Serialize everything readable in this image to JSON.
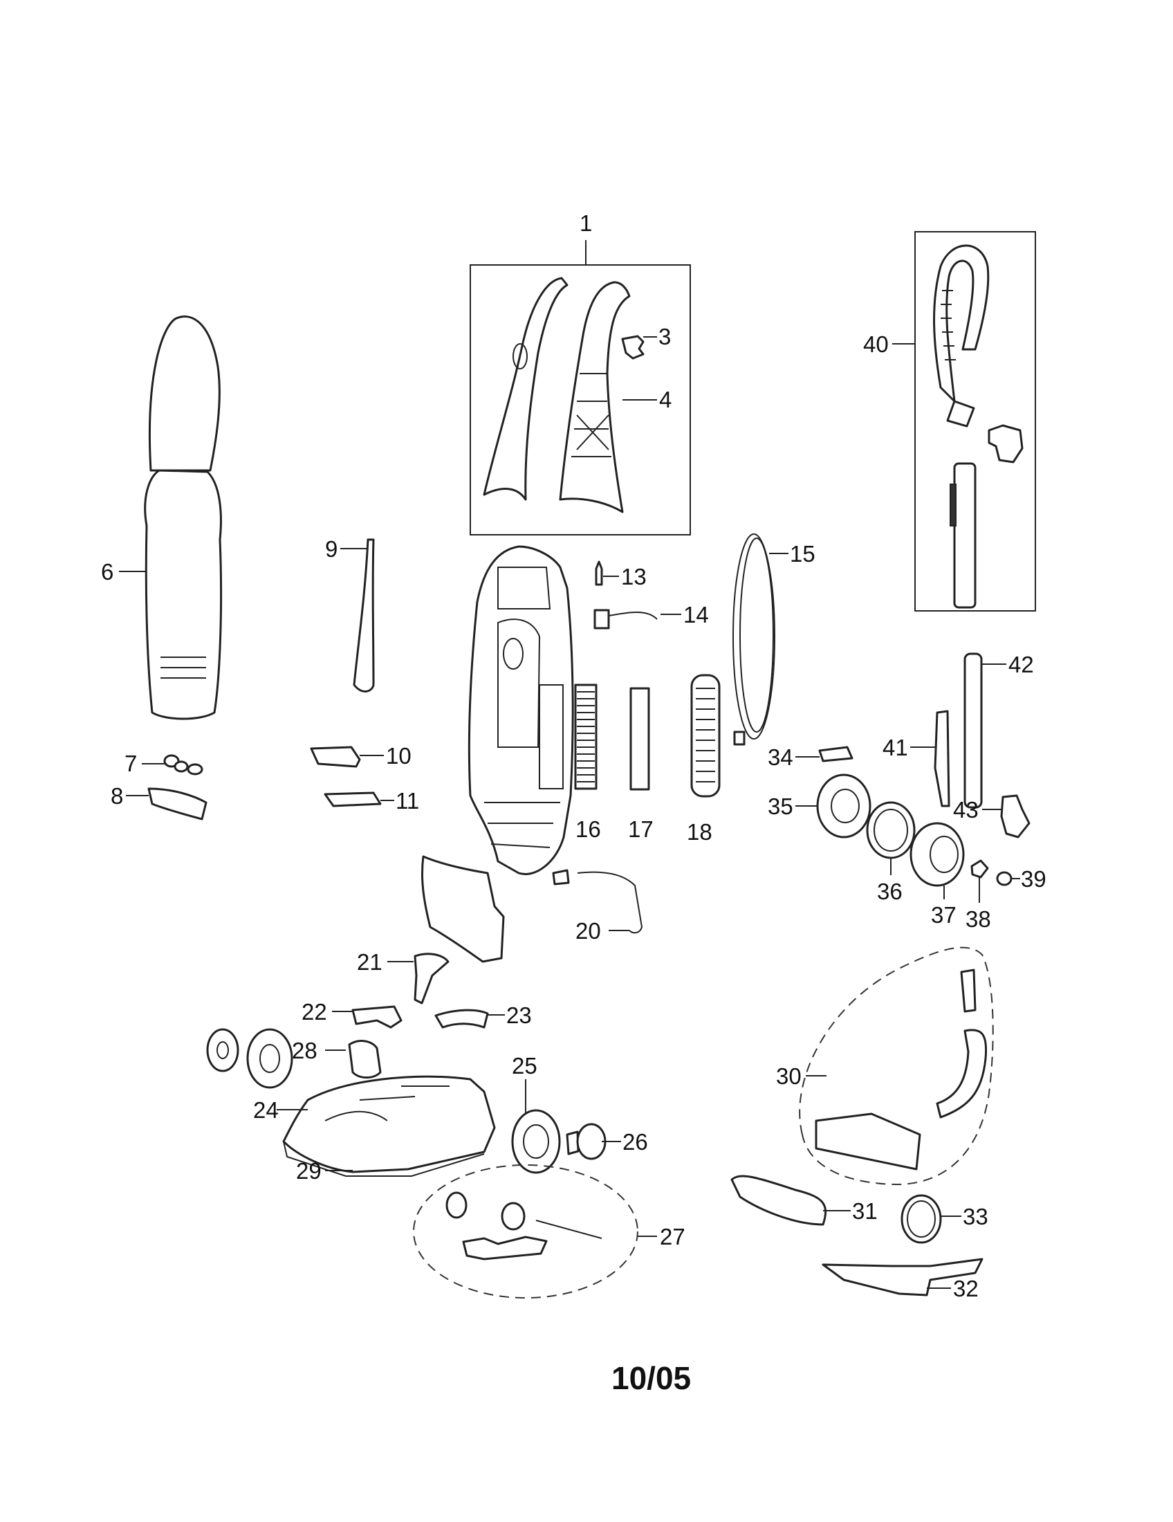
{
  "labels": {
    "p1": "1",
    "p3": "3",
    "p4": "4",
    "p6": "6",
    "p7": "7",
    "p8": "8",
    "p9": "9",
    "p10": "10",
    "p11": "11",
    "p13": "13",
    "p14": "14",
    "p15": "15",
    "p16": "16",
    "p17": "17",
    "p18": "18",
    "p20": "20",
    "p21": "21",
    "p22": "22",
    "p23": "23",
    "p24": "24",
    "p25": "25",
    "p26": "26",
    "p27": "27",
    "p28": "28",
    "p29": "29",
    "p30": "30",
    "p31": "31",
    "p32": "32",
    "p33": "33",
    "p34": "34",
    "p35": "35",
    "p36": "36",
    "p37": "37",
    "p38": "38",
    "p39": "39",
    "p40": "40",
    "p41": "41",
    "p42": "42",
    "p43": "43"
  },
  "date_code": "10/05"
}
